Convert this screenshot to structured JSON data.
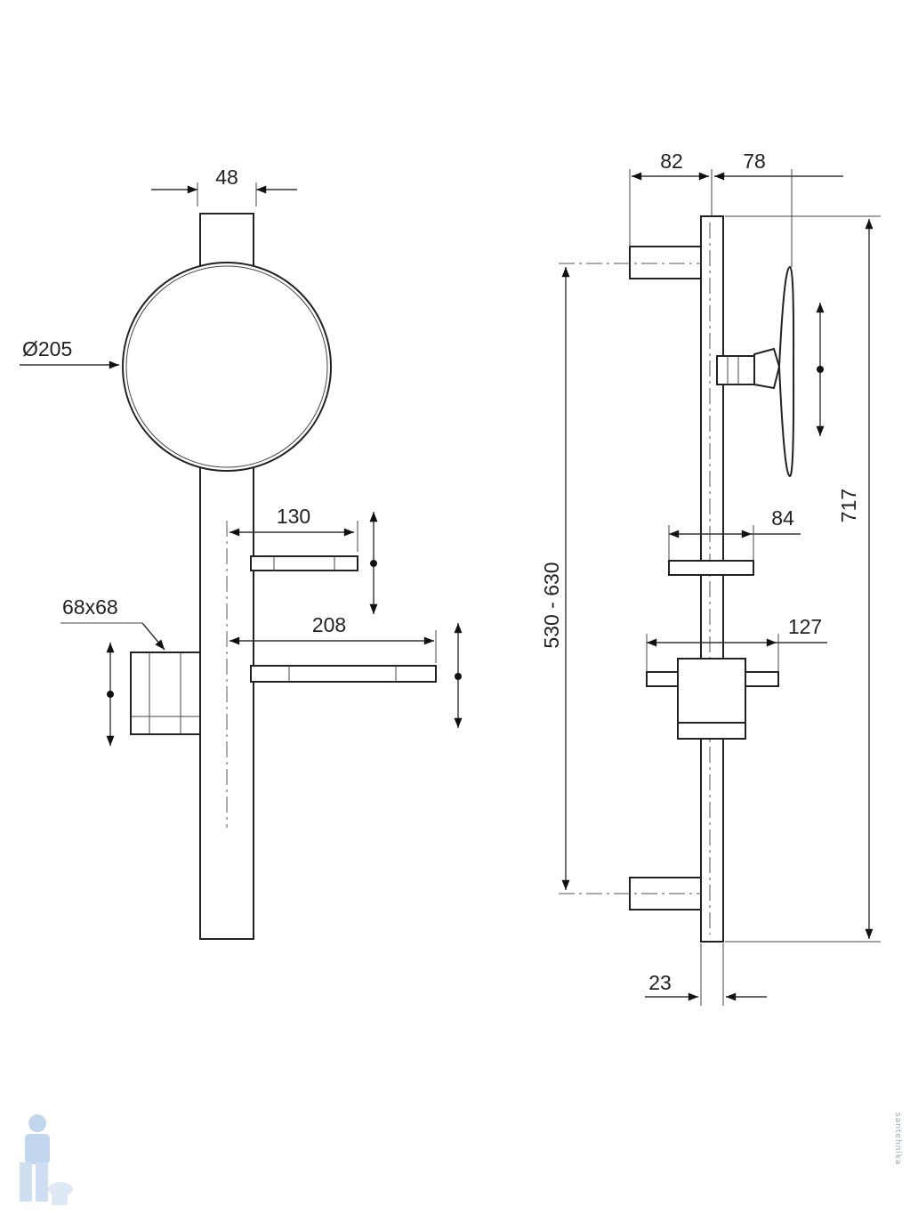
{
  "front_view": {
    "rail_width": "48",
    "mirror_diameter": "Ø205",
    "shelf_small": "130",
    "shelf_large": "208",
    "holder_size": "68x68"
  },
  "side_view": {
    "depth_rail": "82",
    "depth_mirror": "78",
    "total_height": "717",
    "bracket_spacing": "530 - 630",
    "shelf_small_depth": "84",
    "holder_depth": "127",
    "rail_thickness": "23"
  },
  "watermark": "santehnika"
}
